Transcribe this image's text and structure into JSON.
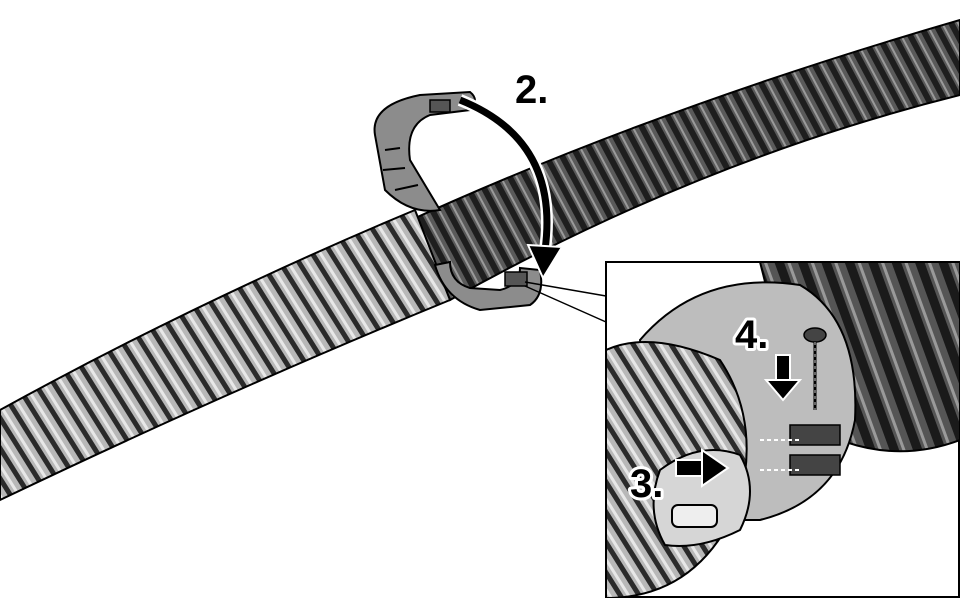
{
  "steps": {
    "step2": "2.",
    "step3": "3.",
    "step4": "4."
  },
  "colors": {
    "hose_dark": "#3a3a3a",
    "hose_light": "#9a9a9a",
    "clamp_grey": "#8c8c8c",
    "inset_bg": "#bdbdbd",
    "outline": "#000000"
  },
  "icons": {
    "rotate_arrow": "curved-arrow-icon",
    "press_arrow": "right-arrow-icon",
    "insert_arrow": "down-arrow-icon",
    "screw": "screw-icon"
  }
}
